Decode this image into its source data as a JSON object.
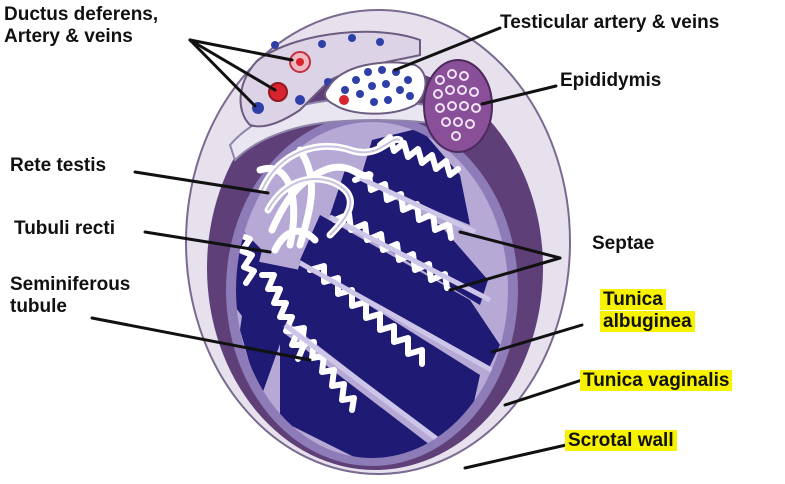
{
  "labels": {
    "ductus_line1": "Ductus deferens,",
    "ductus_line2": "Artery & veins",
    "testicular": "Testicular artery & veins",
    "epididymis": "Epididymis",
    "rete_testis": "Rete testis",
    "tubuli_recti": "Tubuli recti",
    "seminiferous_line1": "Seminiferous",
    "seminiferous_line2": "tubule",
    "septae": "Septae",
    "tunica_albuginea_line1": "Tunica",
    "tunica_albuginea_line2": "albuginea",
    "tunica_vaginalis": "Tunica vaginalis",
    "scrotal_wall": "Scrotal wall"
  },
  "colors": {
    "scrotal_wall": "#e7e1ee",
    "tunica_vaginalis": "#5e3f78",
    "tunica_albuginea": "#b6a9d6",
    "lobule_fill": "#1f1a74",
    "septa": "#cdc6e8",
    "tubule": "#ffffff",
    "epididymis": "#8a4f99",
    "highlight": "#f6f200",
    "artery": "#d8242f",
    "vein": "#2f3fa8"
  }
}
